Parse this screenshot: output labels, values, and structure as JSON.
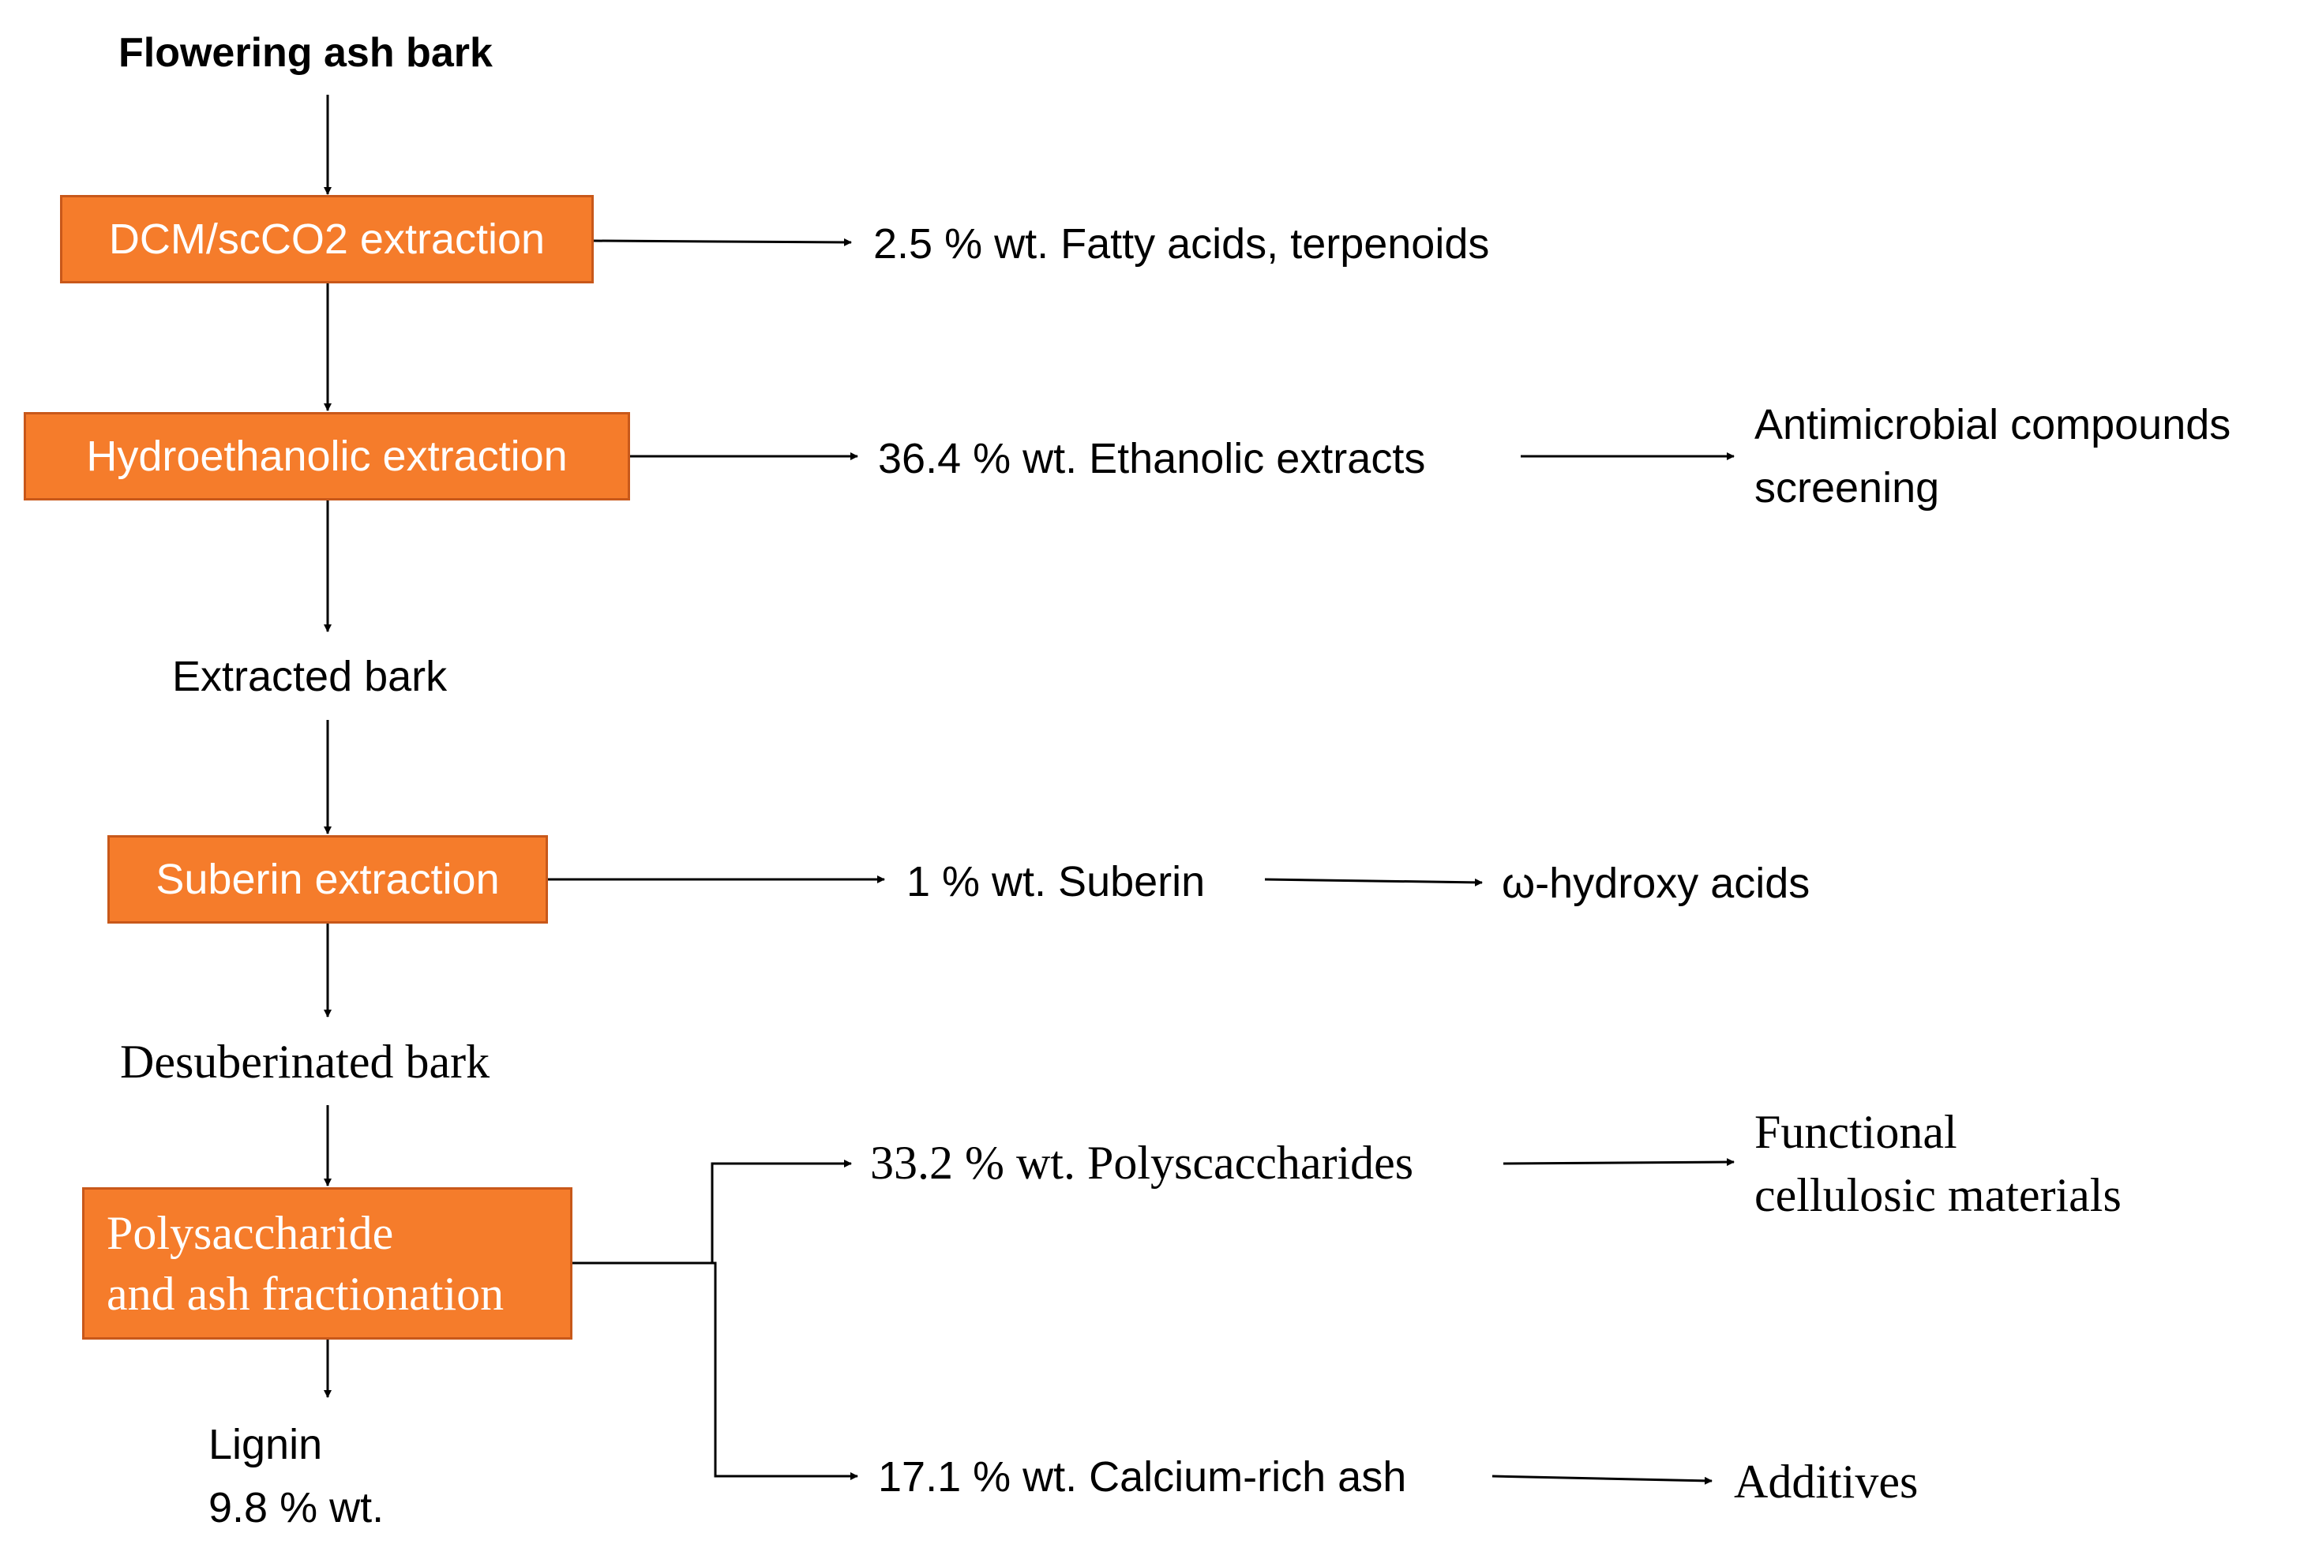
{
  "source": "Flowering ash bark",
  "steps": {
    "dcm": "DCM/scCO2 extraction",
    "hydro": "Hydroethanolic extraction",
    "suberin": "Suberin extraction",
    "poly_line1": "Polysaccharide",
    "poly_line2": "and ash fractionation"
  },
  "intermediates": {
    "extracted": "Extracted bark",
    "desuberinated": "Desuberinated bark",
    "lignin_line1": "Lignin",
    "lignin_line2": "9.8 % wt."
  },
  "products": {
    "fatty": "2.5 % wt. Fatty acids, terpenoids",
    "ethanolic": "36.4 % wt. Ethanolic extracts",
    "suberin": "1 % wt. Suberin",
    "polysaccharides": "33.2 % wt. Polyscaccharides",
    "ash": "17.1 % wt. Calcium-rich ash"
  },
  "applications": {
    "antimicrobial_line1": "Antimicrobial compounds",
    "antimicrobial_line2": "screening",
    "hydroxy": "ω-hydroxy acids",
    "functional_line1": "Functional",
    "functional_line2": "cellulosic materials",
    "additives": "Additives"
  },
  "colors": {
    "box_fill": "#f57c2b",
    "box_border": "#c8581a",
    "box_text": "#ffffff",
    "line": "#000000"
  }
}
